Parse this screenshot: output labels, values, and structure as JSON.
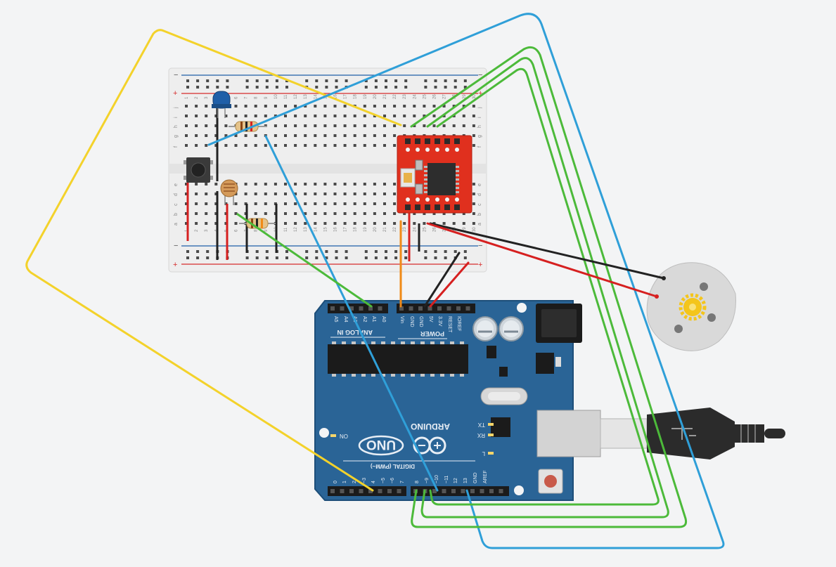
{
  "canvas": {
    "background": "#f3f4f5"
  },
  "colors": {
    "board": "#2a6496",
    "board_dark": "#1d4e79",
    "board_text": "#e8eef5",
    "breadboard": "#eeeeee",
    "rail_red": "#d62c2c",
    "rail_blue": "#1f5fa8",
    "driver_red": "#e0301e",
    "wire_yellow": "#f3d22b",
    "wire_blue": "#2f9fd8",
    "wire_green": "#4cba3a",
    "wire_orange": "#f08a17",
    "wire_black": "#222222",
    "wire_red": "#d62020",
    "motor": "#d9d9d9",
    "gear": "#f4c51b",
    "usb_plug": "#2b2b2b",
    "usb_metal": "#d3d3d3"
  },
  "breadboard": {
    "column_numbers": [
      "1",
      "2",
      "3",
      "4",
      "5",
      "6",
      "7",
      "8",
      "9",
      "10",
      "11",
      "12",
      "13",
      "14",
      "15",
      "16",
      "17",
      "18",
      "19",
      "20",
      "21",
      "22",
      "23",
      "24",
      "25",
      "26",
      "27",
      "28",
      "29",
      "30"
    ],
    "row_letters_top": [
      "j",
      "i",
      "h",
      "g",
      "f"
    ],
    "row_letters_bottom": [
      "e",
      "d",
      "c",
      "b",
      "a"
    ],
    "plus": "+",
    "minus": "−"
  },
  "arduino": {
    "brand": "ARDUINO",
    "model": "UNO",
    "analog_header_label": "ANALOG IN",
    "analog_pins": [
      "A0",
      "A1",
      "A2",
      "A3",
      "A4",
      "A5"
    ],
    "power_header_label": "POWER",
    "power_pins": [
      "Vin",
      "GND",
      "GND",
      "5V",
      "3.3V",
      "RESET",
      "IOREF"
    ],
    "digital_header_label": "DIGITAL (PWM~)",
    "digital_pins": [
      "0",
      "1",
      "2",
      "~3",
      "4",
      "~5",
      "~6",
      "7",
      "8",
      "~9",
      "~10",
      "~11",
      "12",
      "13",
      "GND",
      "AREF"
    ],
    "led_labels": [
      "TX",
      "RX",
      "L",
      "ON"
    ]
  }
}
